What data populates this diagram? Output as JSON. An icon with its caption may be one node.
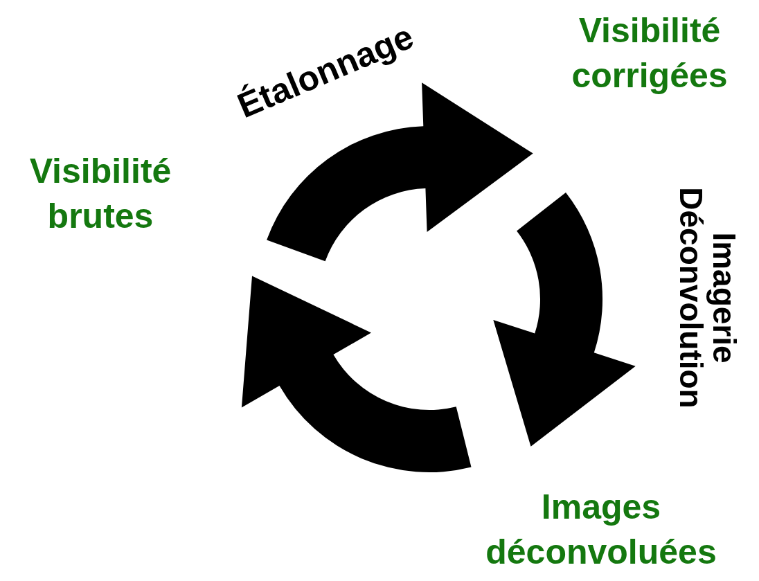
{
  "diagram": {
    "nodes": [
      {
        "text": [
          "Visibilité brutes"
        ]
      },
      {
        "text": [
          "Visibilité corrigées"
        ]
      },
      {
        "text": [
          "Images déconvoluées"
        ]
      }
    ],
    "labels": [
      "Étalonnage",
      "Imagerie Déconvolution"
    ]
  }
}
